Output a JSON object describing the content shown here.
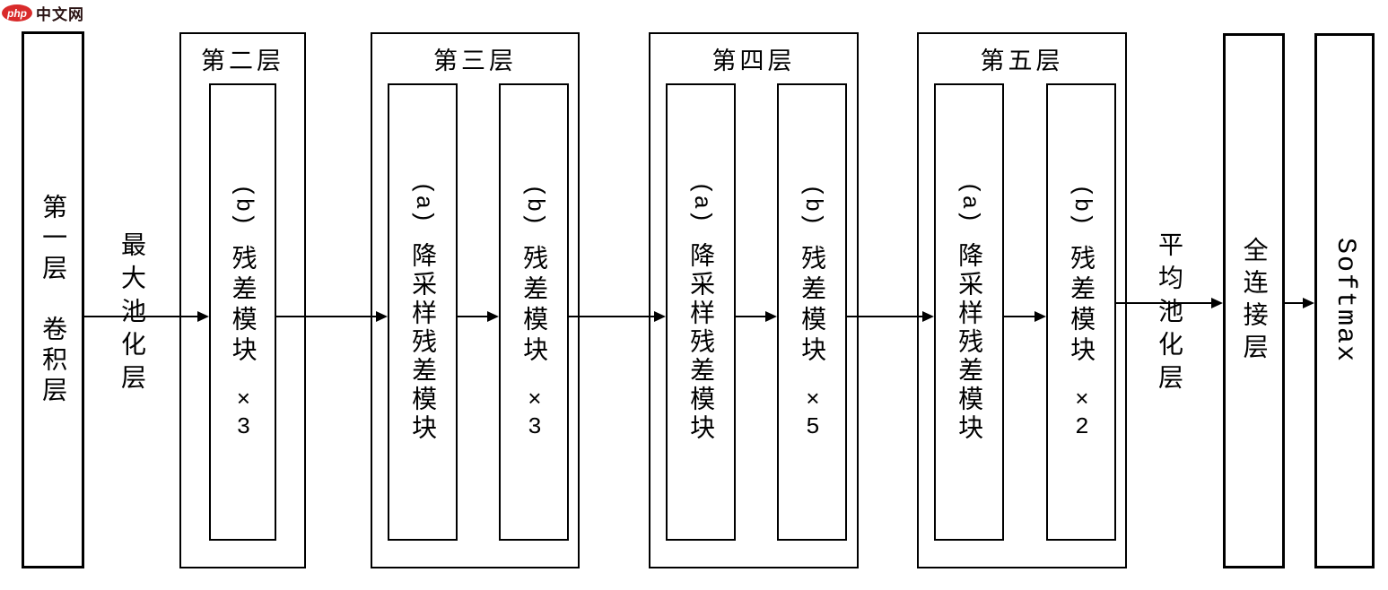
{
  "logo": {
    "badge": "php",
    "site_name": "中文网"
  },
  "diagram": {
    "input_block": {
      "line1": "第一层",
      "line2": "卷积层"
    },
    "edge_labels": {
      "max_pool": "最大池化层",
      "avg_pool": "平均池化层"
    },
    "layers": [
      {
        "title": "第二层",
        "modules": [
          {
            "tag": "(b)",
            "name": "残差模块",
            "times": "×",
            "count": "3"
          }
        ]
      },
      {
        "title": "第三层",
        "modules": [
          {
            "tag": "(a)",
            "name": "降采样残差模块"
          },
          {
            "tag": "(b)",
            "name": "残差模块",
            "times": "×",
            "count": "3"
          }
        ]
      },
      {
        "title": "第四层",
        "modules": [
          {
            "tag": "(a)",
            "name": "降采样残差模块"
          },
          {
            "tag": "(b)",
            "name": "残差模块",
            "times": "×",
            "count": "5"
          }
        ]
      },
      {
        "title": "第五层",
        "modules": [
          {
            "tag": "(a)",
            "name": "降采样残差模块"
          },
          {
            "tag": "(b)",
            "name": "残差模块",
            "times": "×",
            "count": "2"
          }
        ]
      }
    ],
    "output_blocks": {
      "fully_connected": "全连接层",
      "softmax": "Softmax"
    }
  }
}
